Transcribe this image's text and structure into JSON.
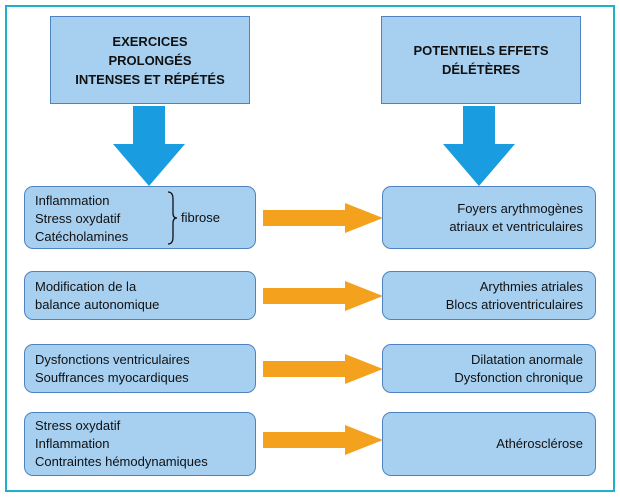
{
  "header_left": {
    "lines": [
      "EXERCICES",
      "PROLONGÉS",
      "INTENSES ET RÉPÉTÉS"
    ]
  },
  "header_right": {
    "lines": [
      "POTENTIELS EFFETS",
      "DÉLÉTÈRES"
    ]
  },
  "rows": [
    {
      "left": [
        "Inflammation",
        "Stress oxydatif",
        "Catécholamines"
      ],
      "left_grouped_label": "fibrose",
      "right": [
        "Foyers arythmogènes",
        "atriaux et ventriculaires"
      ]
    },
    {
      "left": [
        "Modification de la",
        "balance autonomique"
      ],
      "right": [
        "Arythmies atriales",
        "Blocs atrioventriculaires"
      ]
    },
    {
      "left": [
        "Dysfonctions ventriculaires",
        "Souffrances myocardiques"
      ],
      "right": [
        "Dilatation anormale",
        "Dysfonction chronique"
      ]
    },
    {
      "left": [
        "Stress oxydatif",
        "Inflammation",
        "Contraintes hémodynamiques"
      ],
      "right": [
        "Athérosclérose"
      ]
    }
  ],
  "colors": {
    "frame": "#1fb1c9",
    "box_fill": "#a6cff0",
    "box_border": "#4f83c0",
    "down_arrow": "#1a9ce0",
    "right_arrow": "#f4a21e"
  },
  "icons": {
    "down_arrow": "arrow-down-icon",
    "right_arrow": "arrow-right-icon"
  }
}
